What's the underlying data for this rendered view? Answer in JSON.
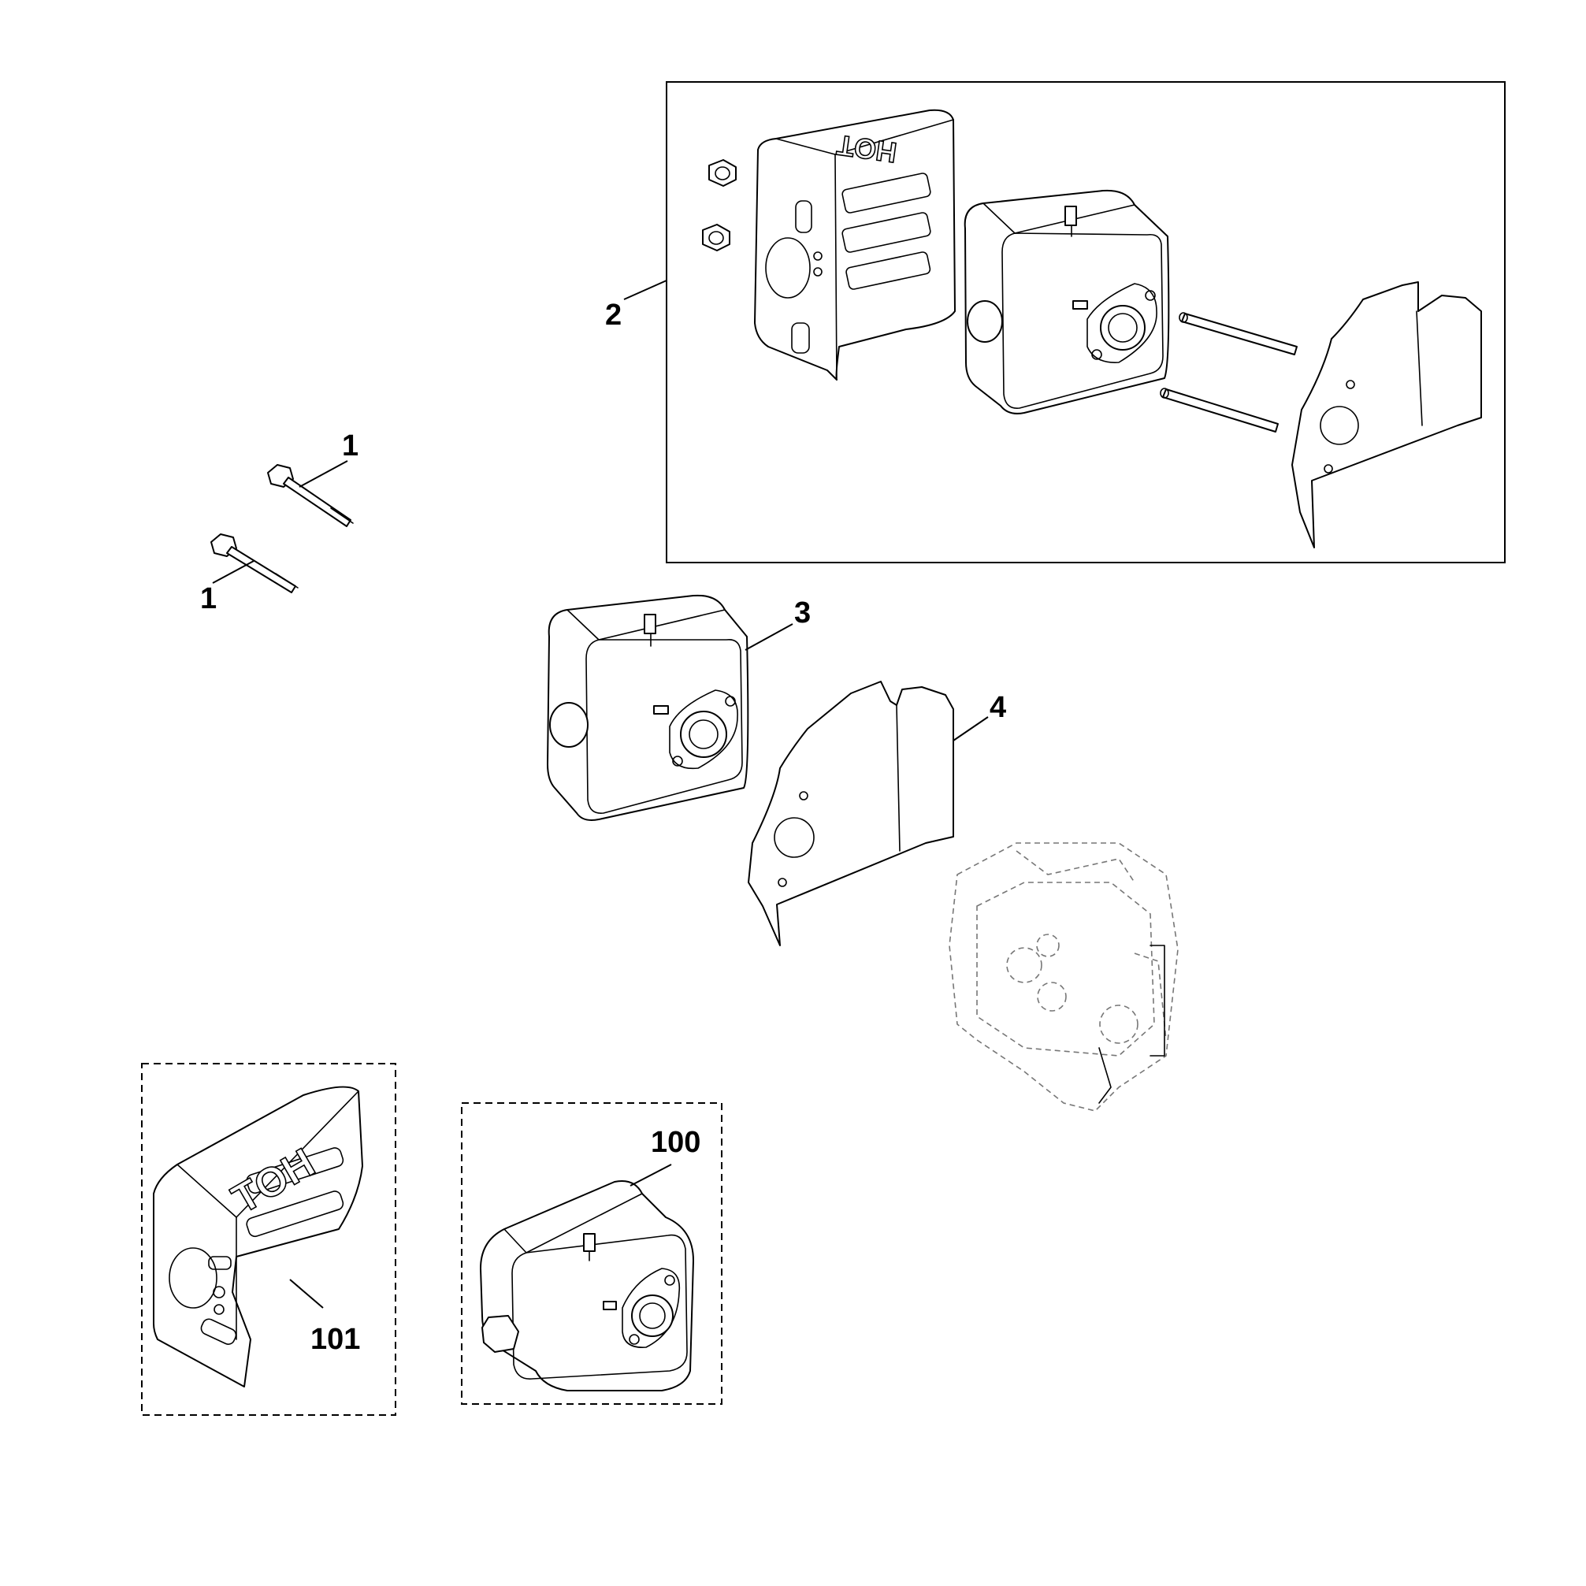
{
  "callouts": [
    {
      "id": "bolt-upper",
      "label": "1"
    },
    {
      "id": "bolt-lower",
      "label": "1"
    },
    {
      "id": "kit",
      "label": "2"
    },
    {
      "id": "muffler",
      "label": "3"
    },
    {
      "id": "gasket",
      "label": "4"
    },
    {
      "id": "muffler-option",
      "label": "100"
    },
    {
      "id": "guard-option",
      "label": "101"
    }
  ],
  "stamps": {
    "guard_text": "HOT"
  },
  "icons": [
    "bolt-icon",
    "nut-icon",
    "muffler-guard-icon",
    "muffler-icon",
    "stud-icon",
    "gasket-icon",
    "engine-block-icon"
  ]
}
